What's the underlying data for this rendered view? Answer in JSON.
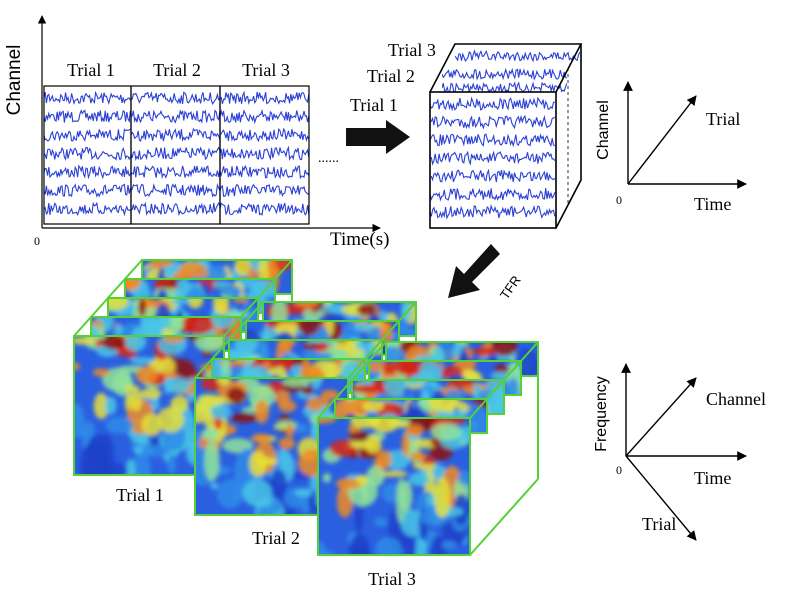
{
  "colors": {
    "signal": "#2a3fd6",
    "tfr_border": "#55d038",
    "arrow": "#111111"
  },
  "raw": {
    "ylabel": "Channel",
    "xlabel": "Time(s)",
    "origin": "0",
    "ellipsis": "......",
    "trials": [
      "Trial 1",
      "Trial 2",
      "Trial 3"
    ],
    "channels_per_trial": 7
  },
  "cube": {
    "labels": [
      "Trial 3",
      "Trial 2",
      "Trial 1"
    ]
  },
  "axes1": {
    "vertical": "Channel",
    "diagonal": "Trial",
    "horizontal": "Time",
    "origin": "0"
  },
  "tfr": {
    "arrow_label": "TFR",
    "trials": [
      "Trial 1",
      "Trial 2",
      "Trial 3"
    ]
  },
  "axes2": {
    "vertical": "Frequency",
    "diagonal_up": "Channel",
    "horizontal": "Time",
    "diagonal_down": "Trial",
    "origin": "0"
  }
}
